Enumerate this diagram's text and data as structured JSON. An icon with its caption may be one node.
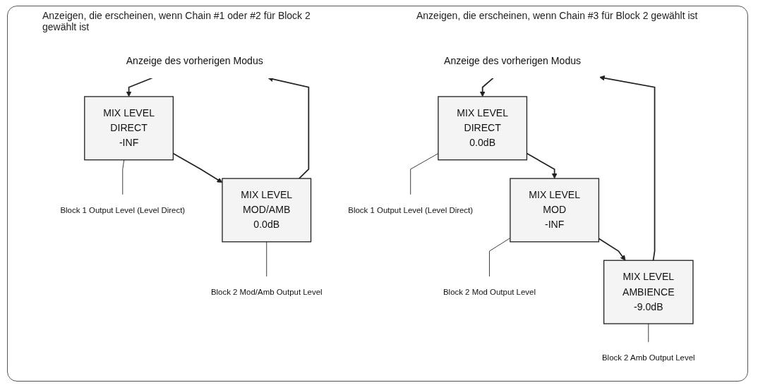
{
  "diagram": {
    "nodes": [
      {
        "text": [
          "Anzeige des vorherigen Modus"
        ]
      },
      {
        "text": [
          "MIX LEVEL",
          "DIRECT",
          "-INF"
        ]
      },
      {
        "text": [
          "Block 1 Output Level (Level Direct)"
        ]
      },
      {
        "text": [
          "MIX LEVEL",
          "MOD/AMB",
          "0.0dB"
        ]
      },
      {
        "text": [
          "Block 2 Mod/Amb Output Level"
        ]
      },
      {
        "text": [
          "Anzeige des vorherigen Modus"
        ]
      },
      {
        "text": [
          "MIX LEVEL",
          "DIRECT",
          "0.0dB"
        ]
      },
      {
        "text": [
          "Block 1 Output Level (Level Direct)"
        ]
      },
      {
        "text": [
          "MIX LEVEL",
          "MOD",
          "-INF"
        ]
      },
      {
        "text": [
          "Block 2 Mod Output Level"
        ]
      },
      {
        "text": [
          "MIX LEVEL",
          "AMBIENCE",
          "-9.0dB"
        ]
      },
      {
        "text": [
          "Block 2 Amb Output Level"
        ]
      }
    ],
    "edges": [
      {
        "from": 0,
        "to": 1,
        "arrow": "to"
      },
      {
        "from": 2,
        "to": 1,
        "arrow": "none"
      },
      {
        "from": 1,
        "to": 3,
        "arrow": "to"
      },
      {
        "from": 4,
        "to": 3,
        "arrow": "none"
      },
      {
        "from": 3,
        "to": 0,
        "arrow": "to"
      },
      {
        "from": 5,
        "to": 6,
        "arrow": "to"
      },
      {
        "from": 7,
        "to": 6,
        "arrow": "none"
      },
      {
        "from": 6,
        "to": 8,
        "arrow": "to"
      },
      {
        "from": 9,
        "to": 8,
        "arrow": "none"
      },
      {
        "from": 8,
        "to": 10,
        "arrow": "to"
      },
      {
        "from": 11,
        "to": 10,
        "arrow": "none"
      },
      {
        "from": 10,
        "to": 5,
        "arrow": "to"
      }
    ],
    "labels": [
      "Anzeigen, die erscheinen, wenn Chain #1 oder #2 für Block 2 gewählt ist",
      "Anzeigen, die erscheinen, wenn Chain #3 für Block 2 gewählt ist"
    ]
  }
}
